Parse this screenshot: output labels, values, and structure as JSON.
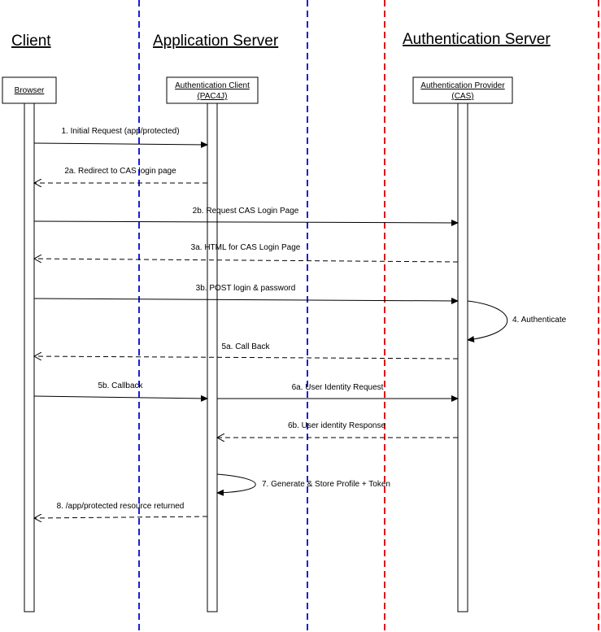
{
  "colors": {
    "blue_separator": "#1f1fd6",
    "red_separator": "#e0161c",
    "line": "#000000"
  },
  "zones": {
    "client": "Client",
    "application_server": "Application Server",
    "authentication_server": "Authentication Server"
  },
  "participants": {
    "browser": {
      "line1": "Browser"
    },
    "auth_client": {
      "line1": "Authentication Client",
      "line2": "(PAC4J)"
    },
    "auth_provider": {
      "line1": "Authentication Provider",
      "line2": "(CAS)"
    }
  },
  "messages": [
    {
      "label": "1. Initial Request (app/protected)",
      "from": "browser",
      "to": "auth_client",
      "style": "solid"
    },
    {
      "label": "2a. Redirect to CAS login page",
      "from": "auth_client",
      "to": "browser",
      "style": "dashed"
    },
    {
      "label": "2b. Request CAS Login Page",
      "from": "browser",
      "to": "auth_provider",
      "style": "solid"
    },
    {
      "label": "3a. HTML for CAS Login Page",
      "from": "auth_provider",
      "to": "browser",
      "style": "dashed"
    },
    {
      "label": "3b. POST login & password",
      "from": "browser",
      "to": "auth_provider",
      "style": "solid"
    },
    {
      "label": "4. Authenticate",
      "from": "auth_provider",
      "to": "auth_provider",
      "style": "self"
    },
    {
      "label": "5a. Call Back",
      "from": "auth_provider",
      "to": "browser",
      "style": "dashed"
    },
    {
      "label": "5b. Callback",
      "from": "browser",
      "to": "auth_client",
      "style": "solid"
    },
    {
      "label": "6a. User Identity Request",
      "from": "auth_client",
      "to": "auth_provider",
      "style": "solid"
    },
    {
      "label": "6b. User identity Response",
      "from": "auth_provider",
      "to": "auth_client",
      "style": "dashed"
    },
    {
      "label": "7. Generate & Store Profile + Token",
      "from": "auth_client",
      "to": "auth_client",
      "style": "self"
    },
    {
      "label": "8. /app/protected resource returned",
      "from": "auth_client",
      "to": "browser",
      "style": "dashed"
    }
  ]
}
